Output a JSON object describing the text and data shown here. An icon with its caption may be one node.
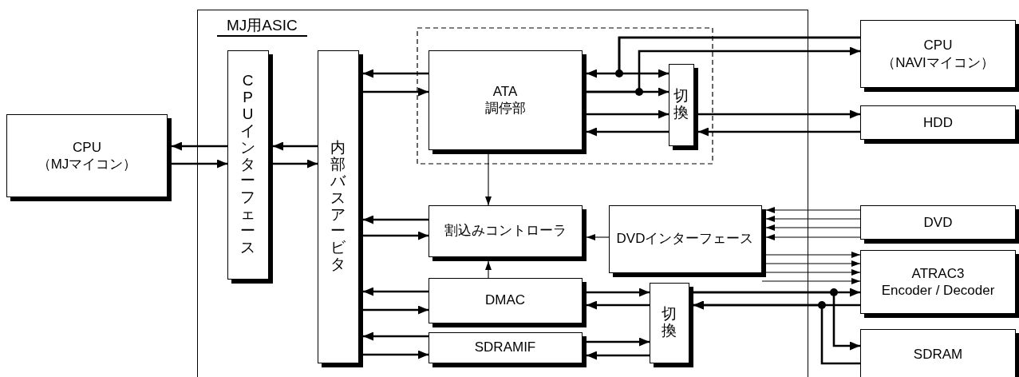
{
  "diagram": {
    "nodes": [
      {
        "text": [
          "CPU",
          "（MJマイコン）"
        ]
      },
      {
        "text": [
          "MJ用ASIC"
        ]
      },
      {
        "text": [
          "CPUインターフェース"
        ],
        "in": 1
      },
      {
        "text": [
          "内部バスアービタ"
        ],
        "in": 1
      },
      {
        "text": [
          "ATA",
          "調停部"
        ],
        "in": 1
      },
      {
        "text": [
          "切換"
        ],
        "in": 1
      },
      {
        "text": [
          "割込みコントローラ"
        ],
        "in": 1
      },
      {
        "text": [
          "DVDインターフェース"
        ],
        "in": 1
      },
      {
        "text": [
          "DMAC"
        ],
        "in": 1
      },
      {
        "text": [
          "SDRAMIF"
        ],
        "in": 1
      },
      {
        "text": [
          "切換"
        ],
        "in": 1
      },
      {
        "text": [
          "CPU",
          "（NAVIマイコン）"
        ]
      },
      {
        "text": [
          "HDD"
        ]
      },
      {
        "text": [
          "DVD"
        ]
      },
      {
        "text": [
          "ATRAC3",
          "Encoder / Decoder"
        ]
      },
      {
        "text": [
          "SDRAM"
        ]
      }
    ],
    "edges": [
      {
        "from": 2,
        "to": 0,
        "arrow": "to"
      },
      {
        "from": 0,
        "to": 2,
        "arrow": "to"
      },
      {
        "from": 3,
        "to": 2,
        "arrow": "to"
      },
      {
        "from": 2,
        "to": 3,
        "arrow": "to"
      },
      {
        "from": 4,
        "to": 3,
        "arrow": "to"
      },
      {
        "from": 3,
        "to": 4,
        "arrow": "to"
      },
      {
        "from": 11,
        "to": 4,
        "arrow": "to"
      },
      {
        "from": 11,
        "to": 5,
        "arrow": "to"
      },
      {
        "from": 4,
        "to": 5,
        "arrow": "to"
      },
      {
        "from": 4,
        "to": 11,
        "arrow": "to"
      },
      {
        "from": 4,
        "to": 5,
        "arrow": "to"
      },
      {
        "from": 5,
        "to": 4,
        "arrow": "to"
      },
      {
        "from": 5,
        "to": 12,
        "arrow": "to"
      },
      {
        "from": 12,
        "to": 5,
        "arrow": "to"
      },
      {
        "from": 4,
        "to": 6,
        "arrow": "to"
      },
      {
        "from": 6,
        "to": 3,
        "arrow": "to"
      },
      {
        "from": 3,
        "to": 6,
        "arrow": "to"
      },
      {
        "from": 7,
        "to": 6,
        "arrow": "to"
      },
      {
        "from": 13,
        "to": 7,
        "arrow": "to"
      },
      {
        "from": 13,
        "to": 7,
        "arrow": "to"
      },
      {
        "from": 13,
        "to": 7,
        "arrow": "to"
      },
      {
        "from": 13,
        "to": 7,
        "arrow": "to"
      },
      {
        "from": 7,
        "to": 14,
        "arrow": "to"
      },
      {
        "from": 7,
        "to": 14,
        "arrow": "to"
      },
      {
        "from": 7,
        "to": 14,
        "arrow": "to"
      },
      {
        "from": 7,
        "to": 14,
        "arrow": "to"
      },
      {
        "from": 8,
        "to": 6,
        "arrow": "to"
      },
      {
        "from": 8,
        "to": 3,
        "arrow": "to"
      },
      {
        "from": 3,
        "to": 8,
        "arrow": "to"
      },
      {
        "from": 9,
        "to": 3,
        "arrow": "to"
      },
      {
        "from": 3,
        "to": 9,
        "arrow": "to"
      },
      {
        "from": 8,
        "to": 10,
        "arrow": "to"
      },
      {
        "from": 10,
        "to": 8,
        "arrow": "to"
      },
      {
        "from": 9,
        "to": 10,
        "arrow": "to"
      },
      {
        "from": 10,
        "to": 9,
        "arrow": "to"
      },
      {
        "from": 10,
        "to": 14,
        "arrow": "to"
      },
      {
        "from": 10,
        "to": 15,
        "arrow": "to"
      },
      {
        "from": 14,
        "to": 10,
        "arrow": "to"
      },
      {
        "from": 15,
        "to": 10,
        "arrow": "to"
      }
    ]
  }
}
